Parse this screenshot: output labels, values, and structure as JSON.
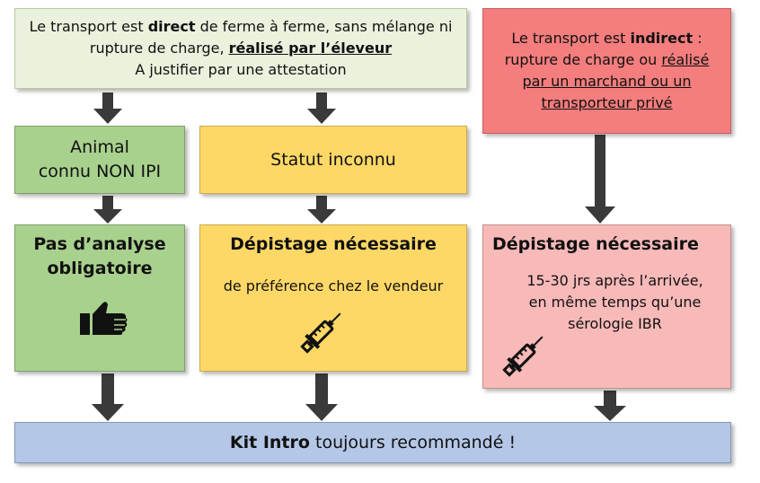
{
  "top_left": {
    "line1_a": "Le transport est ",
    "line1_b": "direct",
    "line1_c": " de ferme à ferme, sans mélange ni",
    "line2_a": "rupture de charge, ",
    "line2_b": "réalisé par l’éleveur",
    "line3": "A justifier par une attestation"
  },
  "top_right": {
    "line1_a": "Le transport est ",
    "line1_b": "indirect",
    "line1_c": " :",
    "line2_a": "rupture de charge ou ",
    "line2_b": "réalisé",
    "line3": "par un marchand ou un",
    "line4": "transporteur privé"
  },
  "mid_left": {
    "line1": "Animal",
    "line2": "connu NON IPI"
  },
  "mid_center": {
    "text": "Statut inconnu"
  },
  "bottom_left": {
    "title_1": "Pas d’analyse",
    "title_2": "obligatoire",
    "icon": "thumbs-up-icon"
  },
  "bottom_center": {
    "title": "Dépistage nécessaire",
    "text": "de préférence chez le vendeur",
    "icon": "syringe-icon"
  },
  "bottom_right": {
    "title": "Dépistage nécessaire",
    "line1": "15-30 jrs après l’arrivée,",
    "line2": "en même temps qu’une",
    "line3": "sérologie IBR",
    "icon": "syringe-icon"
  },
  "footer": {
    "bold": "Kit Intro",
    "rest": " toujours recommandé !"
  },
  "colors": {
    "green_light": "#eaf1dd",
    "green": "#a9d18e",
    "yellow": "#fed866",
    "red": "#f47d7d",
    "pink": "#f8b9b9",
    "blue": "#b4c7e7",
    "arrow": "#3a3a3a"
  }
}
